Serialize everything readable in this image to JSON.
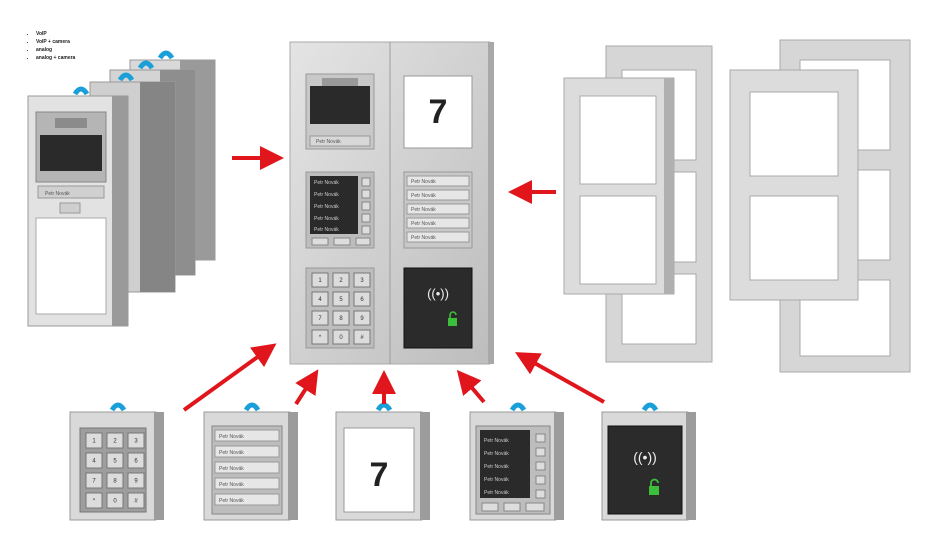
{
  "legend": [
    "VoIP",
    "VoIP + camera",
    "analog",
    "analog + camera"
  ],
  "name_label": "Petr Novák",
  "display_digit": "7",
  "keypad_keys": [
    "1",
    "2",
    "3",
    "4",
    "5",
    "6",
    "7",
    "8",
    "9",
    "*",
    "0",
    "#"
  ],
  "rfid_symbol": "((•))",
  "unlock_symbol": "🔓",
  "colors": {
    "arrow": "#e0161c",
    "clip": "#1a9fd8",
    "frame": "#d6d6d6",
    "module_dark": "#2a2a2a"
  }
}
